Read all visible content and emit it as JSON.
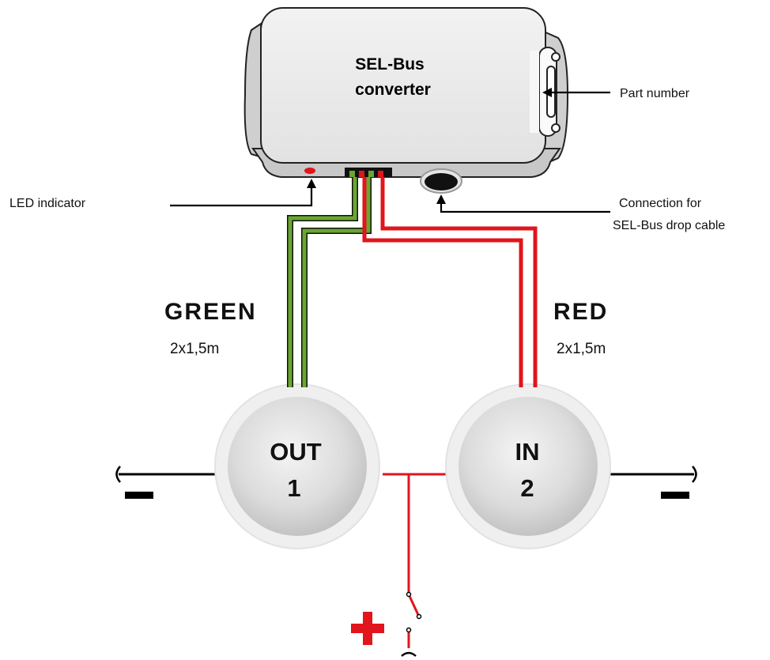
{
  "device": {
    "title_line1": "SEL-Bus",
    "title_line2": "converter"
  },
  "labels": {
    "part_number": "Part number",
    "led_indicator": "LED indicator",
    "connection_line1": "Connection for",
    "connection_line2": "SEL-Bus drop cable"
  },
  "cables": {
    "green_name": "GREEN",
    "green_length": "2x1,5m",
    "red_name": "RED",
    "red_length": "2x1,5m"
  },
  "knobs": {
    "left_line1": "OUT",
    "left_line2": "1",
    "right_line1": "IN",
    "right_line2": "2"
  },
  "colors": {
    "green_wire": "#6aa631",
    "red_wire": "#e2141c",
    "plus_sign": "#e2141c"
  }
}
